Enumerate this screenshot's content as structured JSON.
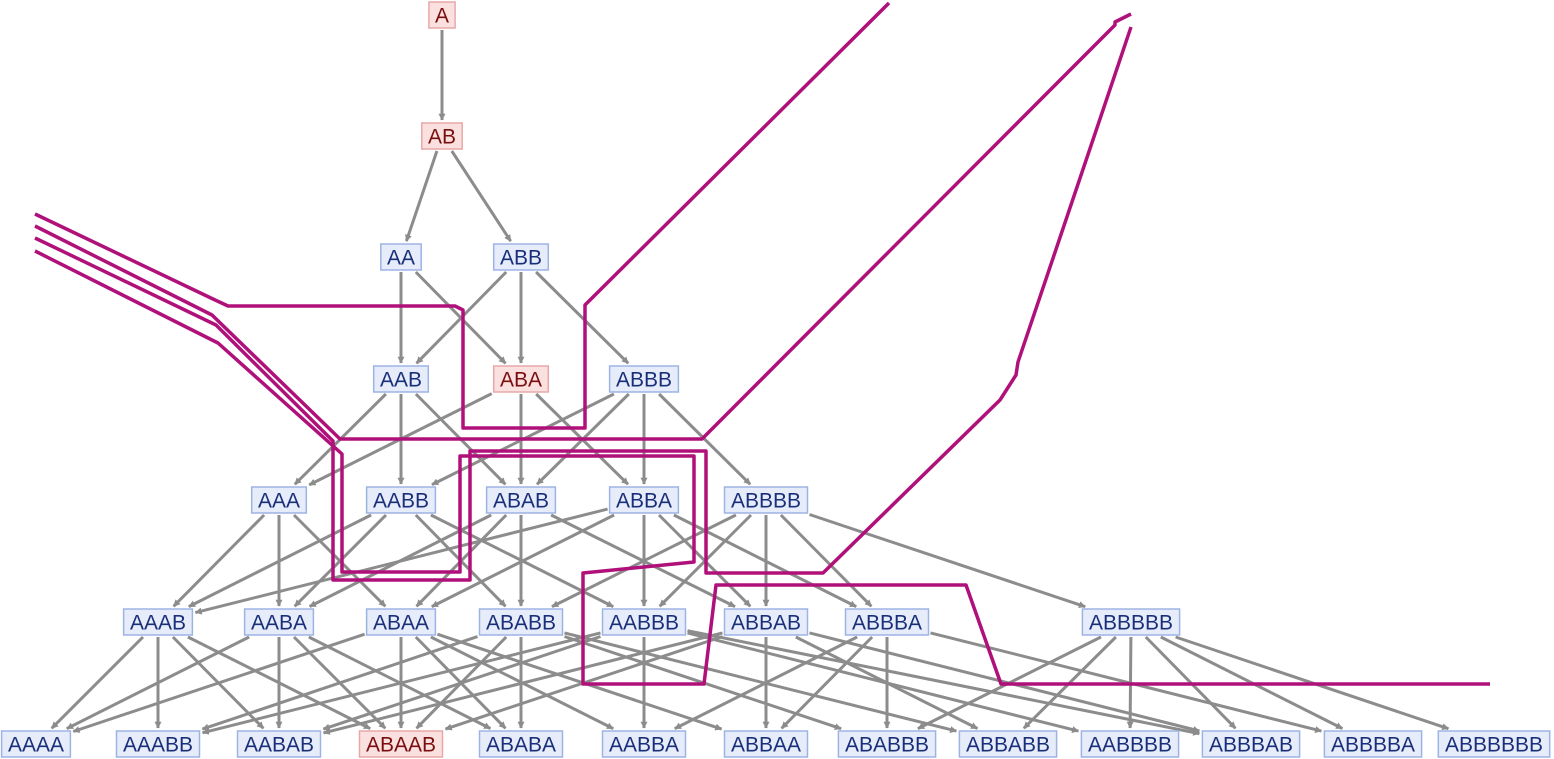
{
  "colors": {
    "edge": "#8c8c8c",
    "node_fill": "#e6ecf9",
    "node_stroke": "#9db3e6",
    "node_text": "#1a2f7a",
    "highlight_fill": "#fbe0e0",
    "highlight_stroke": "#e8a8a8",
    "highlight_text": "#7a0e0e",
    "path": "#b0107a"
  },
  "nodes": [
    {
      "id": "A",
      "label": "A",
      "highlight": true
    },
    {
      "id": "AB",
      "label": "AB",
      "highlight": true
    },
    {
      "id": "AA",
      "label": "AA",
      "highlight": false
    },
    {
      "id": "ABB",
      "label": "ABB",
      "highlight": false
    },
    {
      "id": "AAB",
      "label": "AAB",
      "highlight": false
    },
    {
      "id": "ABA",
      "label": "ABA",
      "highlight": true
    },
    {
      "id": "ABBB",
      "label": "ABBB",
      "highlight": false
    },
    {
      "id": "AAA",
      "label": "AAA",
      "highlight": false
    },
    {
      "id": "AABB",
      "label": "AABB",
      "highlight": false
    },
    {
      "id": "ABAB",
      "label": "ABAB",
      "highlight": false
    },
    {
      "id": "ABBA",
      "label": "ABBA",
      "highlight": false
    },
    {
      "id": "ABBBB",
      "label": "ABBBB",
      "highlight": false
    },
    {
      "id": "AAAB",
      "label": "AAAB",
      "highlight": false
    },
    {
      "id": "AABA",
      "label": "AABA",
      "highlight": false
    },
    {
      "id": "ABAA",
      "label": "ABAA",
      "highlight": false
    },
    {
      "id": "ABABB",
      "label": "ABABB",
      "highlight": false
    },
    {
      "id": "AABBB",
      "label": "AABBB",
      "highlight": false
    },
    {
      "id": "ABBAB",
      "label": "ABBAB",
      "highlight": false
    },
    {
      "id": "ABBBA",
      "label": "ABBBA",
      "highlight": false
    },
    {
      "id": "ABBBBB",
      "label": "ABBBBB",
      "highlight": false
    },
    {
      "id": "AAAA",
      "label": "AAAA",
      "highlight": false
    },
    {
      "id": "AAABB",
      "label": "AAABB",
      "highlight": false
    },
    {
      "id": "AABAB",
      "label": "AABAB",
      "highlight": false
    },
    {
      "id": "ABAAB",
      "label": "ABAAB",
      "highlight": true
    },
    {
      "id": "ABABA",
      "label": "ABABA",
      "highlight": false
    },
    {
      "id": "AABBA",
      "label": "AABBA",
      "highlight": false
    },
    {
      "id": "ABBAA",
      "label": "ABBAA",
      "highlight": false
    },
    {
      "id": "ABABBB",
      "label": "ABABBB",
      "highlight": false
    },
    {
      "id": "ABBABB",
      "label": "ABBABB",
      "highlight": false
    },
    {
      "id": "AABBBB",
      "label": "AABBBB",
      "highlight": false
    },
    {
      "id": "ABBBAB",
      "label": "ABBBAB",
      "highlight": false
    },
    {
      "id": "ABBBBA",
      "label": "ABBBBA",
      "highlight": false
    },
    {
      "id": "ABBBBBB",
      "label": "ABBBBBB",
      "highlight": false
    }
  ],
  "edges": [
    [
      "A",
      "AB"
    ],
    [
      "AB",
      "AA"
    ],
    [
      "AB",
      "ABB"
    ],
    [
      "AA",
      "AAB"
    ],
    [
      "AA",
      "ABA"
    ],
    [
      "ABB",
      "AAB"
    ],
    [
      "ABB",
      "ABA"
    ],
    [
      "ABB",
      "ABBB"
    ],
    [
      "AAB",
      "AAA"
    ],
    [
      "AAB",
      "AABB"
    ],
    [
      "AAB",
      "ABAB"
    ],
    [
      "ABA",
      "AAA"
    ],
    [
      "ABA",
      "ABAB"
    ],
    [
      "ABA",
      "ABBA"
    ],
    [
      "ABBB",
      "AABB"
    ],
    [
      "ABBB",
      "ABAB"
    ],
    [
      "ABBB",
      "ABBA"
    ],
    [
      "ABBB",
      "ABBBB"
    ],
    [
      "AAA",
      "AAAB"
    ],
    [
      "AAA",
      "AABA"
    ],
    [
      "AAA",
      "ABAA"
    ],
    [
      "AABB",
      "AAAB"
    ],
    [
      "AABB",
      "AABA"
    ],
    [
      "AABB",
      "ABABB"
    ],
    [
      "AABB",
      "AABBB"
    ],
    [
      "ABAB",
      "AABA"
    ],
    [
      "ABAB",
      "ABAA"
    ],
    [
      "ABAB",
      "ABABB"
    ],
    [
      "ABAB",
      "ABBAB"
    ],
    [
      "ABBA",
      "AAAB"
    ],
    [
      "ABBA",
      "ABAA"
    ],
    [
      "ABBA",
      "AABBB"
    ],
    [
      "ABBA",
      "ABBAB"
    ],
    [
      "ABBA",
      "ABBBA"
    ],
    [
      "ABBBB",
      "ABABB"
    ],
    [
      "ABBBB",
      "AABBB"
    ],
    [
      "ABBBB",
      "ABBAB"
    ],
    [
      "ABBBB",
      "ABBBA"
    ],
    [
      "ABBBB",
      "ABBBBB"
    ],
    [
      "AAAB",
      "AAAA"
    ],
    [
      "AAAB",
      "AAABB"
    ],
    [
      "AAAB",
      "AABAB"
    ],
    [
      "AAAB",
      "ABAAB"
    ],
    [
      "AABA",
      "AAAA"
    ],
    [
      "AABA",
      "AABAB"
    ],
    [
      "AABA",
      "ABAAB"
    ],
    [
      "AABA",
      "ABABA"
    ],
    [
      "ABAA",
      "AAAA"
    ],
    [
      "ABAA",
      "ABAAB"
    ],
    [
      "ABAA",
      "ABABA"
    ],
    [
      "ABAA",
      "AABBA"
    ],
    [
      "ABAA",
      "ABBAA"
    ],
    [
      "ABABB",
      "AAABB"
    ],
    [
      "ABABB",
      "ABAAB"
    ],
    [
      "ABABB",
      "ABABA"
    ],
    [
      "ABABB",
      "ABABBB"
    ],
    [
      "ABABB",
      "ABBABB"
    ],
    [
      "AABBB",
      "AAABB"
    ],
    [
      "AABBB",
      "AABAB"
    ],
    [
      "AABBB",
      "AABBA"
    ],
    [
      "AABBB",
      "AABBBB"
    ],
    [
      "AABBB",
      "ABBBAB"
    ],
    [
      "ABBAB",
      "AABAB"
    ],
    [
      "ABBAB",
      "ABAAB"
    ],
    [
      "ABBAB",
      "ABBAA"
    ],
    [
      "ABBAB",
      "ABBABB"
    ],
    [
      "ABBAB",
      "ABBBAB"
    ],
    [
      "ABBBA",
      "AABBA"
    ],
    [
      "ABBBA",
      "ABBAA"
    ],
    [
      "ABBBA",
      "ABABBB"
    ],
    [
      "ABBBA",
      "ABBBBA"
    ],
    [
      "ABBBBB",
      "ABABBB"
    ],
    [
      "ABBBBB",
      "ABBABB"
    ],
    [
      "ABBBBB",
      "AABBBB"
    ],
    [
      "ABBBBB",
      "ABBBAB"
    ],
    [
      "ABBBBB",
      "ABBBBA"
    ],
    [
      "ABBBBB",
      "ABBBBBB"
    ]
  ]
}
